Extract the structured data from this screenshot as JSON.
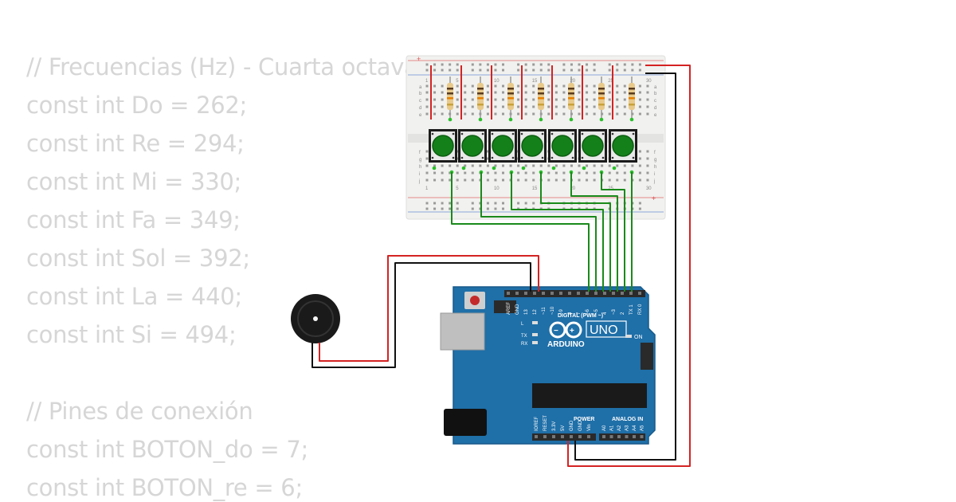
{
  "code_lines": [
    "// Frecuencias (Hz) - Cuarta octava",
    "const int Do = 262;",
    "const int Re = 294;",
    "const int Mi = 330;",
    "const int Fa = 349;",
    "const int Sol = 392;",
    "const int La = 440;",
    "const int Si = 494;",
    "",
    "// Pines de conexión",
    "const int BOTON_do = 7;",
    "const int BOTON_re = 6;"
  ],
  "breadboard": {
    "row_letters_top": [
      "a",
      "b",
      "c",
      "d",
      "e"
    ],
    "row_letters_bottom": [
      "f",
      "g",
      "h",
      "i",
      "j"
    ],
    "col_numbers": [
      "1",
      "5",
      "10",
      "15",
      "20",
      "25",
      "30"
    ],
    "plus_sign": "+"
  },
  "arduino": {
    "model_label": "UNO",
    "brand_label": "ARDUINO",
    "digital_label": "DIGITAL (PWM ~)",
    "digital_pins": [
      "AREF",
      "GND",
      "13",
      "12",
      "~11",
      "~10",
      "~9",
      "8",
      "7",
      "~6",
      "~5",
      "4",
      "~3",
      "2",
      "TX 1",
      "RX 0"
    ],
    "power_label": "POWER",
    "power_pins": [
      "IOREF",
      "RESET",
      "3.3V",
      "5V",
      "GND",
      "GND",
      "Vin"
    ],
    "analog_label": "ANALOG IN",
    "analog_pins": [
      "A0",
      "A1",
      "A2",
      "A3",
      "A4",
      "A5"
    ],
    "led_labels": [
      "L",
      "TX",
      "RX"
    ],
    "on_label": "ON"
  },
  "colors": {
    "code_text": "#d6d6d6",
    "breadboard": "#f1f1ef",
    "wire_red": "#d42323",
    "wire_black": "#111111",
    "wire_green": "#1a8a1a",
    "board_blue": "#1f6fa8",
    "button_green": "#14801a"
  }
}
